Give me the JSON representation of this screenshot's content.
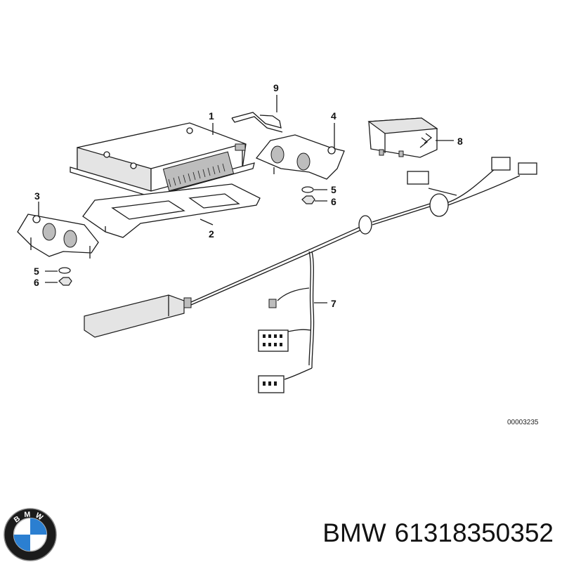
{
  "diagram": {
    "callouts": [
      "1",
      "2",
      "3",
      "4",
      "5",
      "6",
      "7",
      "8",
      "9"
    ],
    "callout_5_left": "5",
    "callout_6_left": "6",
    "figure_number": "00003235"
  },
  "footer": {
    "brand": "BMW",
    "part_number": "61318350352",
    "logo_letters": "BMW"
  },
  "colors": {
    "logo_blue": "#2b7fd1",
    "logo_ring": "#1b1b1b",
    "line": "#1a1a1a"
  }
}
